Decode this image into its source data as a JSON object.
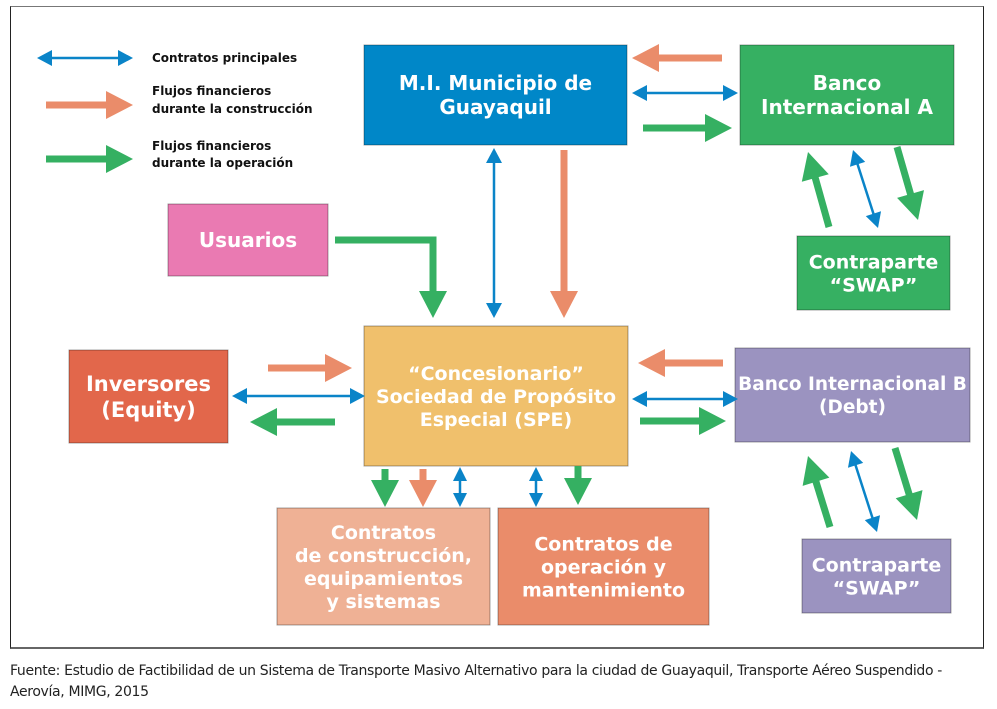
{
  "legend": {
    "items": [
      {
        "kind": "contract",
        "label_lines": [
          "Contratos principales"
        ]
      },
      {
        "kind": "construction",
        "label_lines": [
          "Flujos financieros",
          "durante la construcción"
        ]
      },
      {
        "kind": "operation",
        "label_lines": [
          "Flujos financieros",
          "durante la operación"
        ]
      }
    ]
  },
  "colors": {
    "contract": "#0a84c8",
    "construction": "#ea8c6a",
    "operation": "#35b062"
  },
  "nodes": {
    "municipio": {
      "lines": [
        "M.I. Municipio de",
        "Guayaquil"
      ],
      "fill": "#0087c8"
    },
    "banco_a": {
      "lines": [
        "Banco",
        "Internacional A"
      ],
      "fill": "#36b062"
    },
    "swap_a": {
      "lines": [
        "Contraparte",
        "“SWAP”"
      ],
      "fill": "#36b062"
    },
    "usuarios": {
      "lines": [
        "Usuarios"
      ],
      "fill": "#ea7ab2"
    },
    "spe": {
      "lines": [
        "“Concesionario”",
        "Sociedad de Propósito",
        "Especial (SPE)"
      ],
      "fill": "#f0c06c"
    },
    "inversores": {
      "lines": [
        "Inversores",
        "(Equity)"
      ],
      "fill": "#e2674b"
    },
    "banco_b": {
      "lines": [
        "Banco Internacional B",
        "(Debt)"
      ],
      "fill": "#9b93c0"
    },
    "swap_b": {
      "lines": [
        "Contraparte",
        "“SWAP”"
      ],
      "fill": "#9b93c0"
    },
    "construccion": {
      "lines": [
        "Contratos",
        "de construcción,",
        "equipamientos",
        "y sistemas"
      ],
      "fill": "#efb195"
    },
    "operacion": {
      "lines": [
        "Contratos de",
        "operación y",
        "mantenimiento"
      ],
      "fill": "#ea8c6a"
    }
  },
  "edges": [
    {
      "from": "banco_a",
      "to": "municipio",
      "kind": "construction"
    },
    {
      "from": "municipio",
      "to": "banco_a",
      "kind": "contract",
      "bidirectional": true
    },
    {
      "from": "municipio",
      "to": "banco_a",
      "kind": "operation"
    },
    {
      "from": "municipio",
      "to": "spe",
      "kind": "contract",
      "bidirectional": true
    },
    {
      "from": "municipio",
      "to": "spe",
      "kind": "construction"
    },
    {
      "from": "usuarios",
      "to": "spe",
      "kind": "operation"
    },
    {
      "from": "swap_a",
      "to": "banco_a",
      "kind": "operation"
    },
    {
      "from": "banco_a",
      "to": "swap_a",
      "kind": "contract",
      "bidirectional": true
    },
    {
      "from": "banco_a",
      "to": "swap_a",
      "kind": "operation"
    },
    {
      "from": "inversores",
      "to": "spe",
      "kind": "construction"
    },
    {
      "from": "inversores",
      "to": "spe",
      "kind": "contract",
      "bidirectional": true
    },
    {
      "from": "spe",
      "to": "inversores",
      "kind": "operation"
    },
    {
      "from": "banco_b",
      "to": "spe",
      "kind": "construction"
    },
    {
      "from": "spe",
      "to": "banco_b",
      "kind": "contract",
      "bidirectional": true
    },
    {
      "from": "spe",
      "to": "banco_b",
      "kind": "operation"
    },
    {
      "from": "swap_b",
      "to": "banco_b",
      "kind": "operation"
    },
    {
      "from": "banco_b",
      "to": "swap_b",
      "kind": "contract",
      "bidirectional": true
    },
    {
      "from": "banco_b",
      "to": "swap_b",
      "kind": "operation"
    },
    {
      "from": "spe",
      "to": "construccion",
      "kind": "operation"
    },
    {
      "from": "spe",
      "to": "construccion",
      "kind": "construction"
    },
    {
      "from": "spe",
      "to": "construccion",
      "kind": "contract",
      "bidirectional": true
    },
    {
      "from": "spe",
      "to": "operacion",
      "kind": "contract",
      "bidirectional": true
    },
    {
      "from": "spe",
      "to": "operacion",
      "kind": "operation"
    }
  ],
  "caption": "Fuente: Estudio de Factibilidad de un Sistema de Transporte Masivo Alternativo para la ciudad de Guayaquil, Transporte Aéreo Suspendido - Aerovía, MIMG, 2015"
}
